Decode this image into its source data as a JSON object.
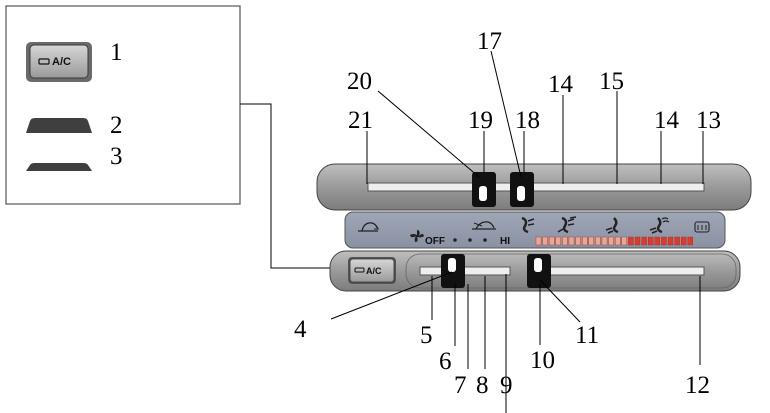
{
  "legend": {
    "items": [
      {
        "number": "1",
        "shape": "ac-button"
      },
      {
        "number": "2",
        "shape": "raised-slab"
      },
      {
        "number": "3",
        "shape": "flat-slab"
      }
    ],
    "ac_button_label": "A/C"
  },
  "panel": {
    "ac_button_label": "A/C",
    "fan_off_label": "OFF",
    "fan_hi_label": "HI",
    "fan_speed_dots": 3,
    "mode_icons": [
      "recirculation-icon",
      "fresh-air-icon",
      "face-vent-icon",
      "face-floor-vent-icon",
      "floor-vent-icon",
      "floor-defrost-vent-icon",
      "rear-defrost-icon"
    ],
    "temperature_scale": {
      "cool_segments": 14,
      "warm_segments": 10,
      "cool_color": "#f2a58e",
      "warm_color": "#e0392a"
    }
  },
  "callouts": [
    "1",
    "2",
    "3",
    "4",
    "5",
    "6",
    "7",
    "8",
    "9",
    "10",
    "11",
    "12",
    "13",
    "14",
    "14",
    "15",
    "17",
    "18",
    "19",
    "20",
    "21"
  ]
}
